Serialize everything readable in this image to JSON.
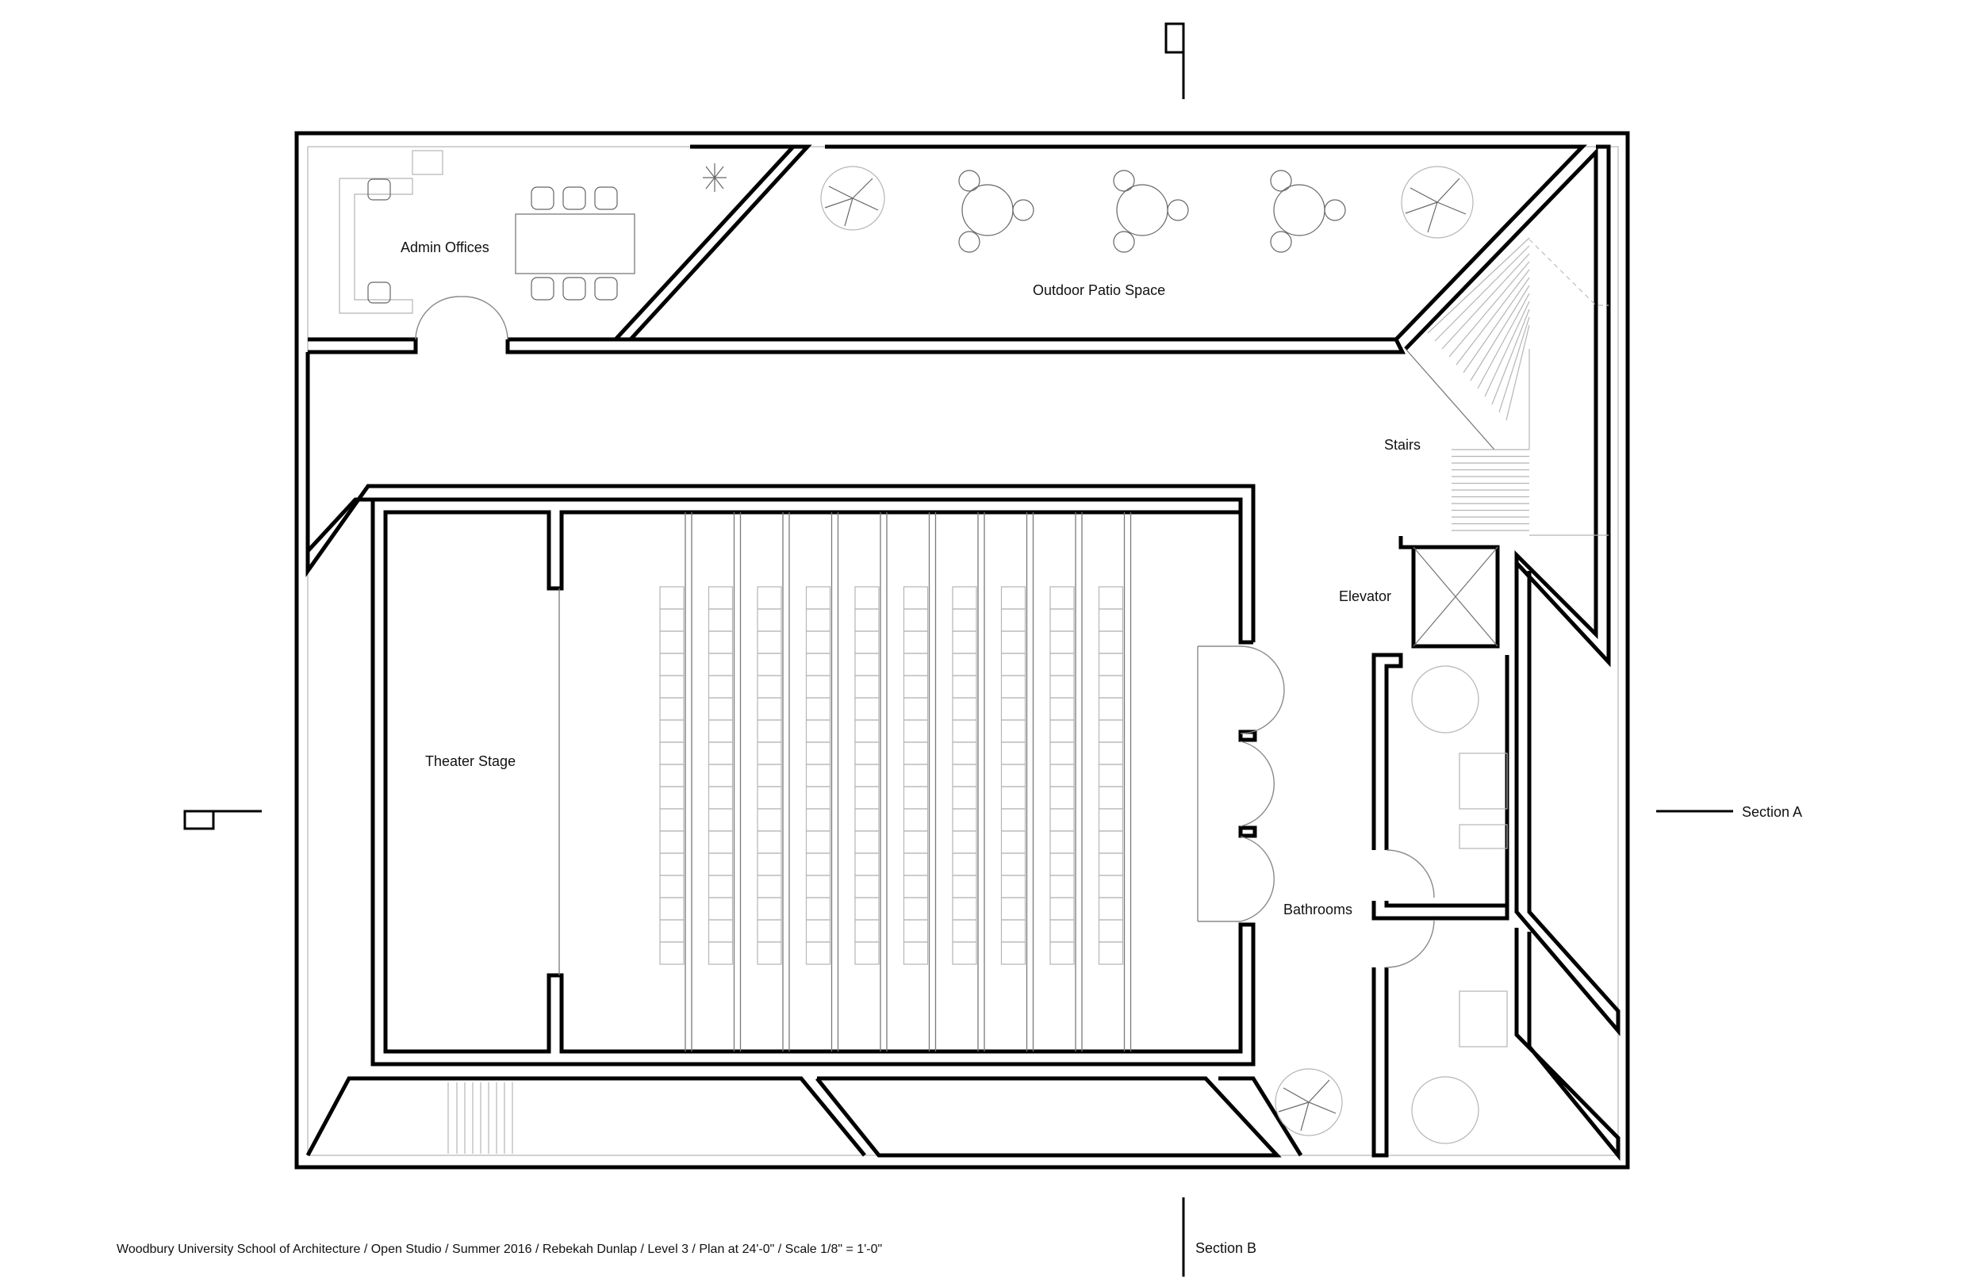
{
  "rooms": {
    "admin_offices": "Admin Offices",
    "outdoor_patio": "Outdoor Patio Space",
    "stairs": "Stairs",
    "elevator": "Elevator",
    "theater_stage": "Theater Stage",
    "bathrooms": "Bathrooms"
  },
  "sections": {
    "section_a": "Section A",
    "section_b": "Section B"
  },
  "caption": "Woodbury University School of Architecture / Open Studio / Summer 2016 / Rebekah Dunlap / Level 3 / Plan at 24'-0\" / Scale 1/8\" = 1'-0\"",
  "seating": {
    "columns": 10,
    "rows_per_column": 17
  },
  "colors": {
    "wall": "#000000",
    "fixture_line": "#7a7a7a",
    "background": "#ffffff"
  }
}
